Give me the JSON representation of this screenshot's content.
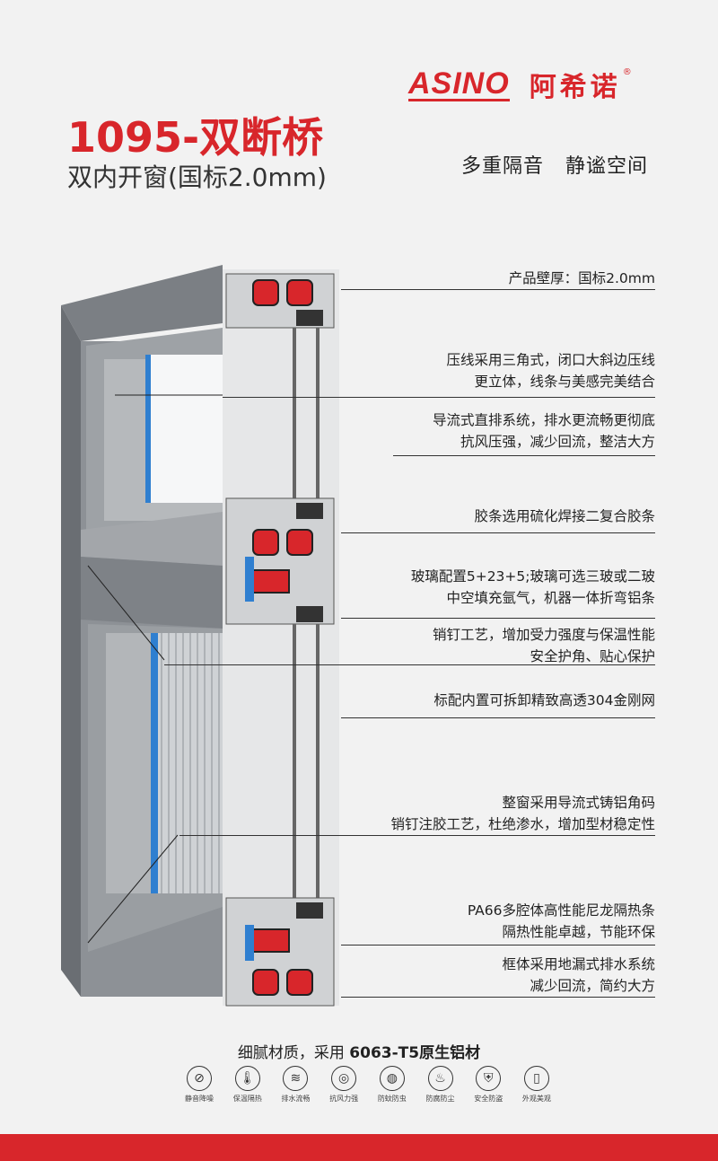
{
  "brand": {
    "name_en": "ASINO",
    "name_cn": "阿希诺",
    "reg": "®"
  },
  "title": "1095-双断桥",
  "subtitle": "双内开窗(国标2.0mm)",
  "slogan": "多重隔音   静谧空间",
  "callouts": [
    {
      "lines": [
        "产品壁厚：国标2.0mm"
      ]
    },
    {
      "lines": [
        "压线采用三角式，闭口大斜边压线",
        "更立体，线条与美感完美结合"
      ]
    },
    {
      "lines": [
        "导流式直排系统，排水更流畅更彻底",
        "抗风压强，减少回流，整洁大方"
      ]
    },
    {
      "lines": [
        "胶条选用硫化焊接二复合胶条"
      ]
    },
    {
      "lines": [
        "玻璃配置5+23+5;玻璃可选三玻或二玻",
        "中空填充氩气，机器一体折弯铝条"
      ]
    },
    {
      "lines": [
        "销钉工艺，增加受力强度与保温性能",
        "安全护角、贴心保护"
      ]
    },
    {
      "lines": [
        "标配内置可拆卸精致高透304金刚网"
      ]
    },
    {
      "lines": [
        "整窗采用导流式铸铝角码",
        "销钉注胶工艺，杜绝渗水，增加型材稳定性"
      ]
    },
    {
      "lines": [
        "PA66多腔体高性能尼龙隔热条",
        "隔热性能卓越，节能环保"
      ]
    },
    {
      "lines": [
        "框体采用地漏式排水系统",
        "减少回流，简约大方"
      ]
    }
  ],
  "material": {
    "prefix": "细腻材质，采用 ",
    "highlight": "6063-T5原生铝材"
  },
  "features": [
    {
      "icon": "noise-icon",
      "glyph": "⊘",
      "label": "静音降噪"
    },
    {
      "icon": "thermometer-icon",
      "glyph": "🌡",
      "label": "保温隔热"
    },
    {
      "icon": "drainage-icon",
      "glyph": "≋",
      "label": "排水流畅"
    },
    {
      "icon": "wind-icon",
      "glyph": "◎",
      "label": "抗风力强"
    },
    {
      "icon": "mosquito-icon",
      "glyph": "◍",
      "label": "防蚊防虫"
    },
    {
      "icon": "fire-icon",
      "glyph": "♨",
      "label": "防腐防尘"
    },
    {
      "icon": "shield-icon",
      "glyph": "⛨",
      "label": "安全防盗"
    },
    {
      "icon": "door-icon",
      "glyph": "▯",
      "label": "外观美观"
    }
  ],
  "colors": {
    "accent": "#d8262b",
    "frame": "#8a8e93",
    "frame_dark": "#5f6368",
    "glass_edge": "#2f7fd0"
  }
}
